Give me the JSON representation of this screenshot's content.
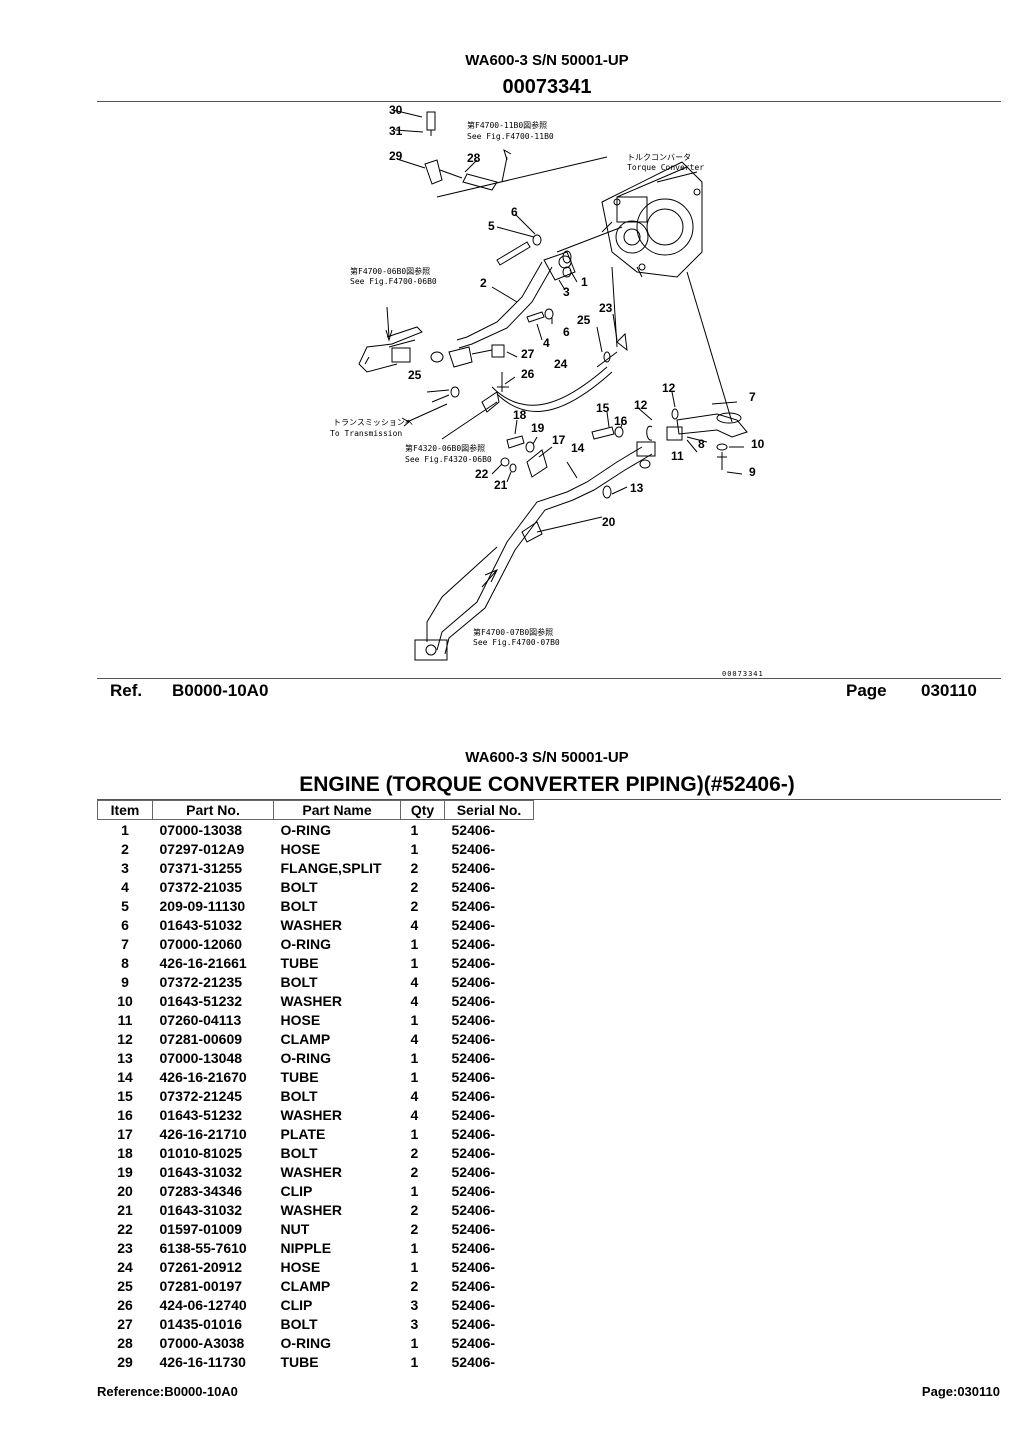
{
  "top_header": {
    "model": "WA600-3 S/N 50001-UP",
    "illustration_no": "00073341"
  },
  "diagram": {
    "code": "00073341",
    "callouts": [
      "30",
      "31",
      "29",
      "28",
      "6",
      "5",
      "1",
      "2",
      "3",
      "23",
      "25",
      "6",
      "4",
      "27",
      "26",
      "25",
      "24",
      "12",
      "7",
      "15",
      "12",
      "16",
      "18",
      "19",
      "17",
      "14",
      "8",
      "10",
      "11",
      "9",
      "22",
      "21",
      "13",
      "20"
    ],
    "notes": {
      "f4700_11b0_jp": "第F4700-11B0図参照",
      "f4700_11b0_en": "See Fig.F4700-11B0",
      "torque_jp": "トルクコンバータ",
      "torque_en": "Torque Converter",
      "f4700_06b0_jp": "第F4700-06B0図参照",
      "f4700_06b0_en": "See Fig.F4700-06B0",
      "trans_jp": "トランスミッションへ",
      "trans_en": "To Transmission",
      "f4320_06b0_jp": "第F4320-06B0図参照",
      "f4320_06b0_en": "See Fig.F4320-06B0",
      "f4700_07b0_jp": "第F4700-07B0図参照",
      "f4700_07b0_en": "See Fig.F4700-07B0"
    }
  },
  "ref_bar": {
    "ref_label": "Ref.",
    "ref_value": "B0000-10A0",
    "page_label": "Page",
    "page_value": "030110"
  },
  "second_header": {
    "model": "WA600-3 S/N 50001-UP",
    "title": "ENGINE (TORQUE CONVERTER PIPING)(#52406-)"
  },
  "table": {
    "columns": [
      "Item",
      "Part No.",
      "Part Name",
      "Qty",
      "Serial No."
    ],
    "rows": [
      [
        "1",
        "07000-13038",
        "O-RING",
        "1",
        "52406-"
      ],
      [
        "2",
        "07297-012A9",
        "HOSE",
        "1",
        "52406-"
      ],
      [
        "3",
        "07371-31255",
        "FLANGE,SPLIT",
        "2",
        "52406-"
      ],
      [
        "4",
        "07372-21035",
        "BOLT",
        "2",
        "52406-"
      ],
      [
        "5",
        "209-09-11130",
        "BOLT",
        "2",
        "52406-"
      ],
      [
        "6",
        "01643-51032",
        "WASHER",
        "4",
        "52406-"
      ],
      [
        "7",
        "07000-12060",
        "O-RING",
        "1",
        "52406-"
      ],
      [
        "8",
        "426-16-21661",
        "TUBE",
        "1",
        "52406-"
      ],
      [
        "9",
        "07372-21235",
        "BOLT",
        "4",
        "52406-"
      ],
      [
        "10",
        "01643-51232",
        "WASHER",
        "4",
        "52406-"
      ],
      [
        "11",
        "07260-04113",
        "HOSE",
        "1",
        "52406-"
      ],
      [
        "12",
        "07281-00609",
        "CLAMP",
        "4",
        "52406-"
      ],
      [
        "13",
        "07000-13048",
        "O-RING",
        "1",
        "52406-"
      ],
      [
        "14",
        "426-16-21670",
        "TUBE",
        "1",
        "52406-"
      ],
      [
        "15",
        "07372-21245",
        "BOLT",
        "4",
        "52406-"
      ],
      [
        "16",
        "01643-51232",
        "WASHER",
        "4",
        "52406-"
      ],
      [
        "17",
        "426-16-21710",
        "PLATE",
        "1",
        "52406-"
      ],
      [
        "18",
        "01010-81025",
        "BOLT",
        "2",
        "52406-"
      ],
      [
        "19",
        "01643-31032",
        "WASHER",
        "2",
        "52406-"
      ],
      [
        "20",
        "07283-34346",
        "CLIP",
        "1",
        "52406-"
      ],
      [
        "21",
        "01643-31032",
        "WASHER",
        "2",
        "52406-"
      ],
      [
        "22",
        "01597-01009",
        "NUT",
        "2",
        "52406-"
      ],
      [
        "23",
        "6138-55-7610",
        "NIPPLE",
        "1",
        "52406-"
      ],
      [
        "24",
        "07261-20912",
        "HOSE",
        "1",
        "52406-"
      ],
      [
        "25",
        "07281-00197",
        "CLAMP",
        "2",
        "52406-"
      ],
      [
        "26",
        "424-06-12740",
        "CLIP",
        "3",
        "52406-"
      ],
      [
        "27",
        "01435-01016",
        "BOLT",
        "3",
        "52406-"
      ],
      [
        "28",
        "07000-A3038",
        "O-RING",
        "1",
        "52406-"
      ],
      [
        "29",
        "426-16-11730",
        "TUBE",
        "1",
        "52406-"
      ]
    ]
  },
  "footer": {
    "reference": "Reference:B0000-10A0",
    "page": "Page:030110"
  }
}
